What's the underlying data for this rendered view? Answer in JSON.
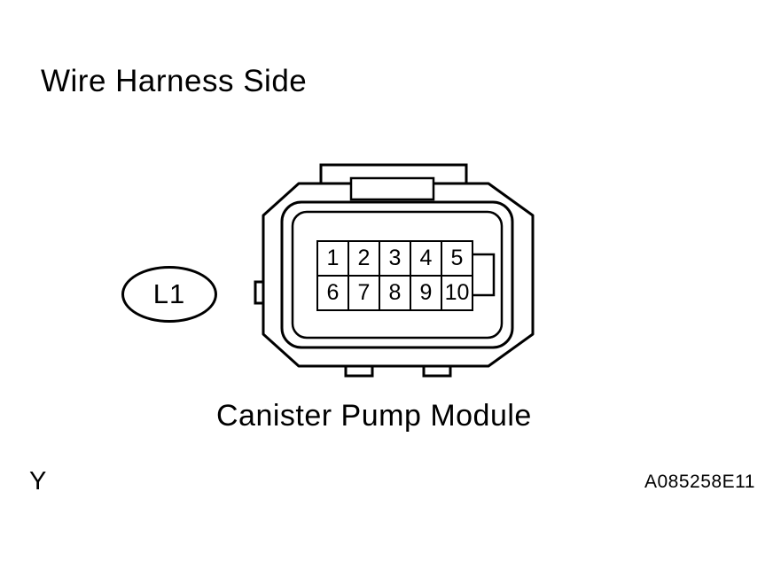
{
  "page": {
    "title": "Wire Harness Side",
    "page_marker": "Y",
    "figure_id": "A085258E11"
  },
  "connector": {
    "id_label": "L1",
    "name": "Canister Pump Module",
    "view": "wire-harness-side-face",
    "rows": 2,
    "cols": 5,
    "pins": [
      "1",
      "2",
      "3",
      "4",
      "5",
      "6",
      "7",
      "8",
      "9",
      "10"
    ]
  },
  "colors": {
    "line": "#000000",
    "background": "#ffffff"
  }
}
